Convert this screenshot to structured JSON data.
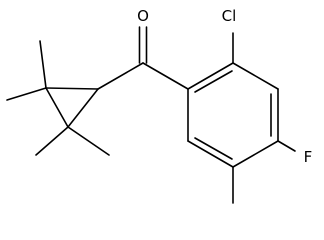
{
  "structure": {
    "atoms": {
      "oxygen": "O",
      "chlorine": "Cl",
      "fluorine": "F"
    }
  }
}
